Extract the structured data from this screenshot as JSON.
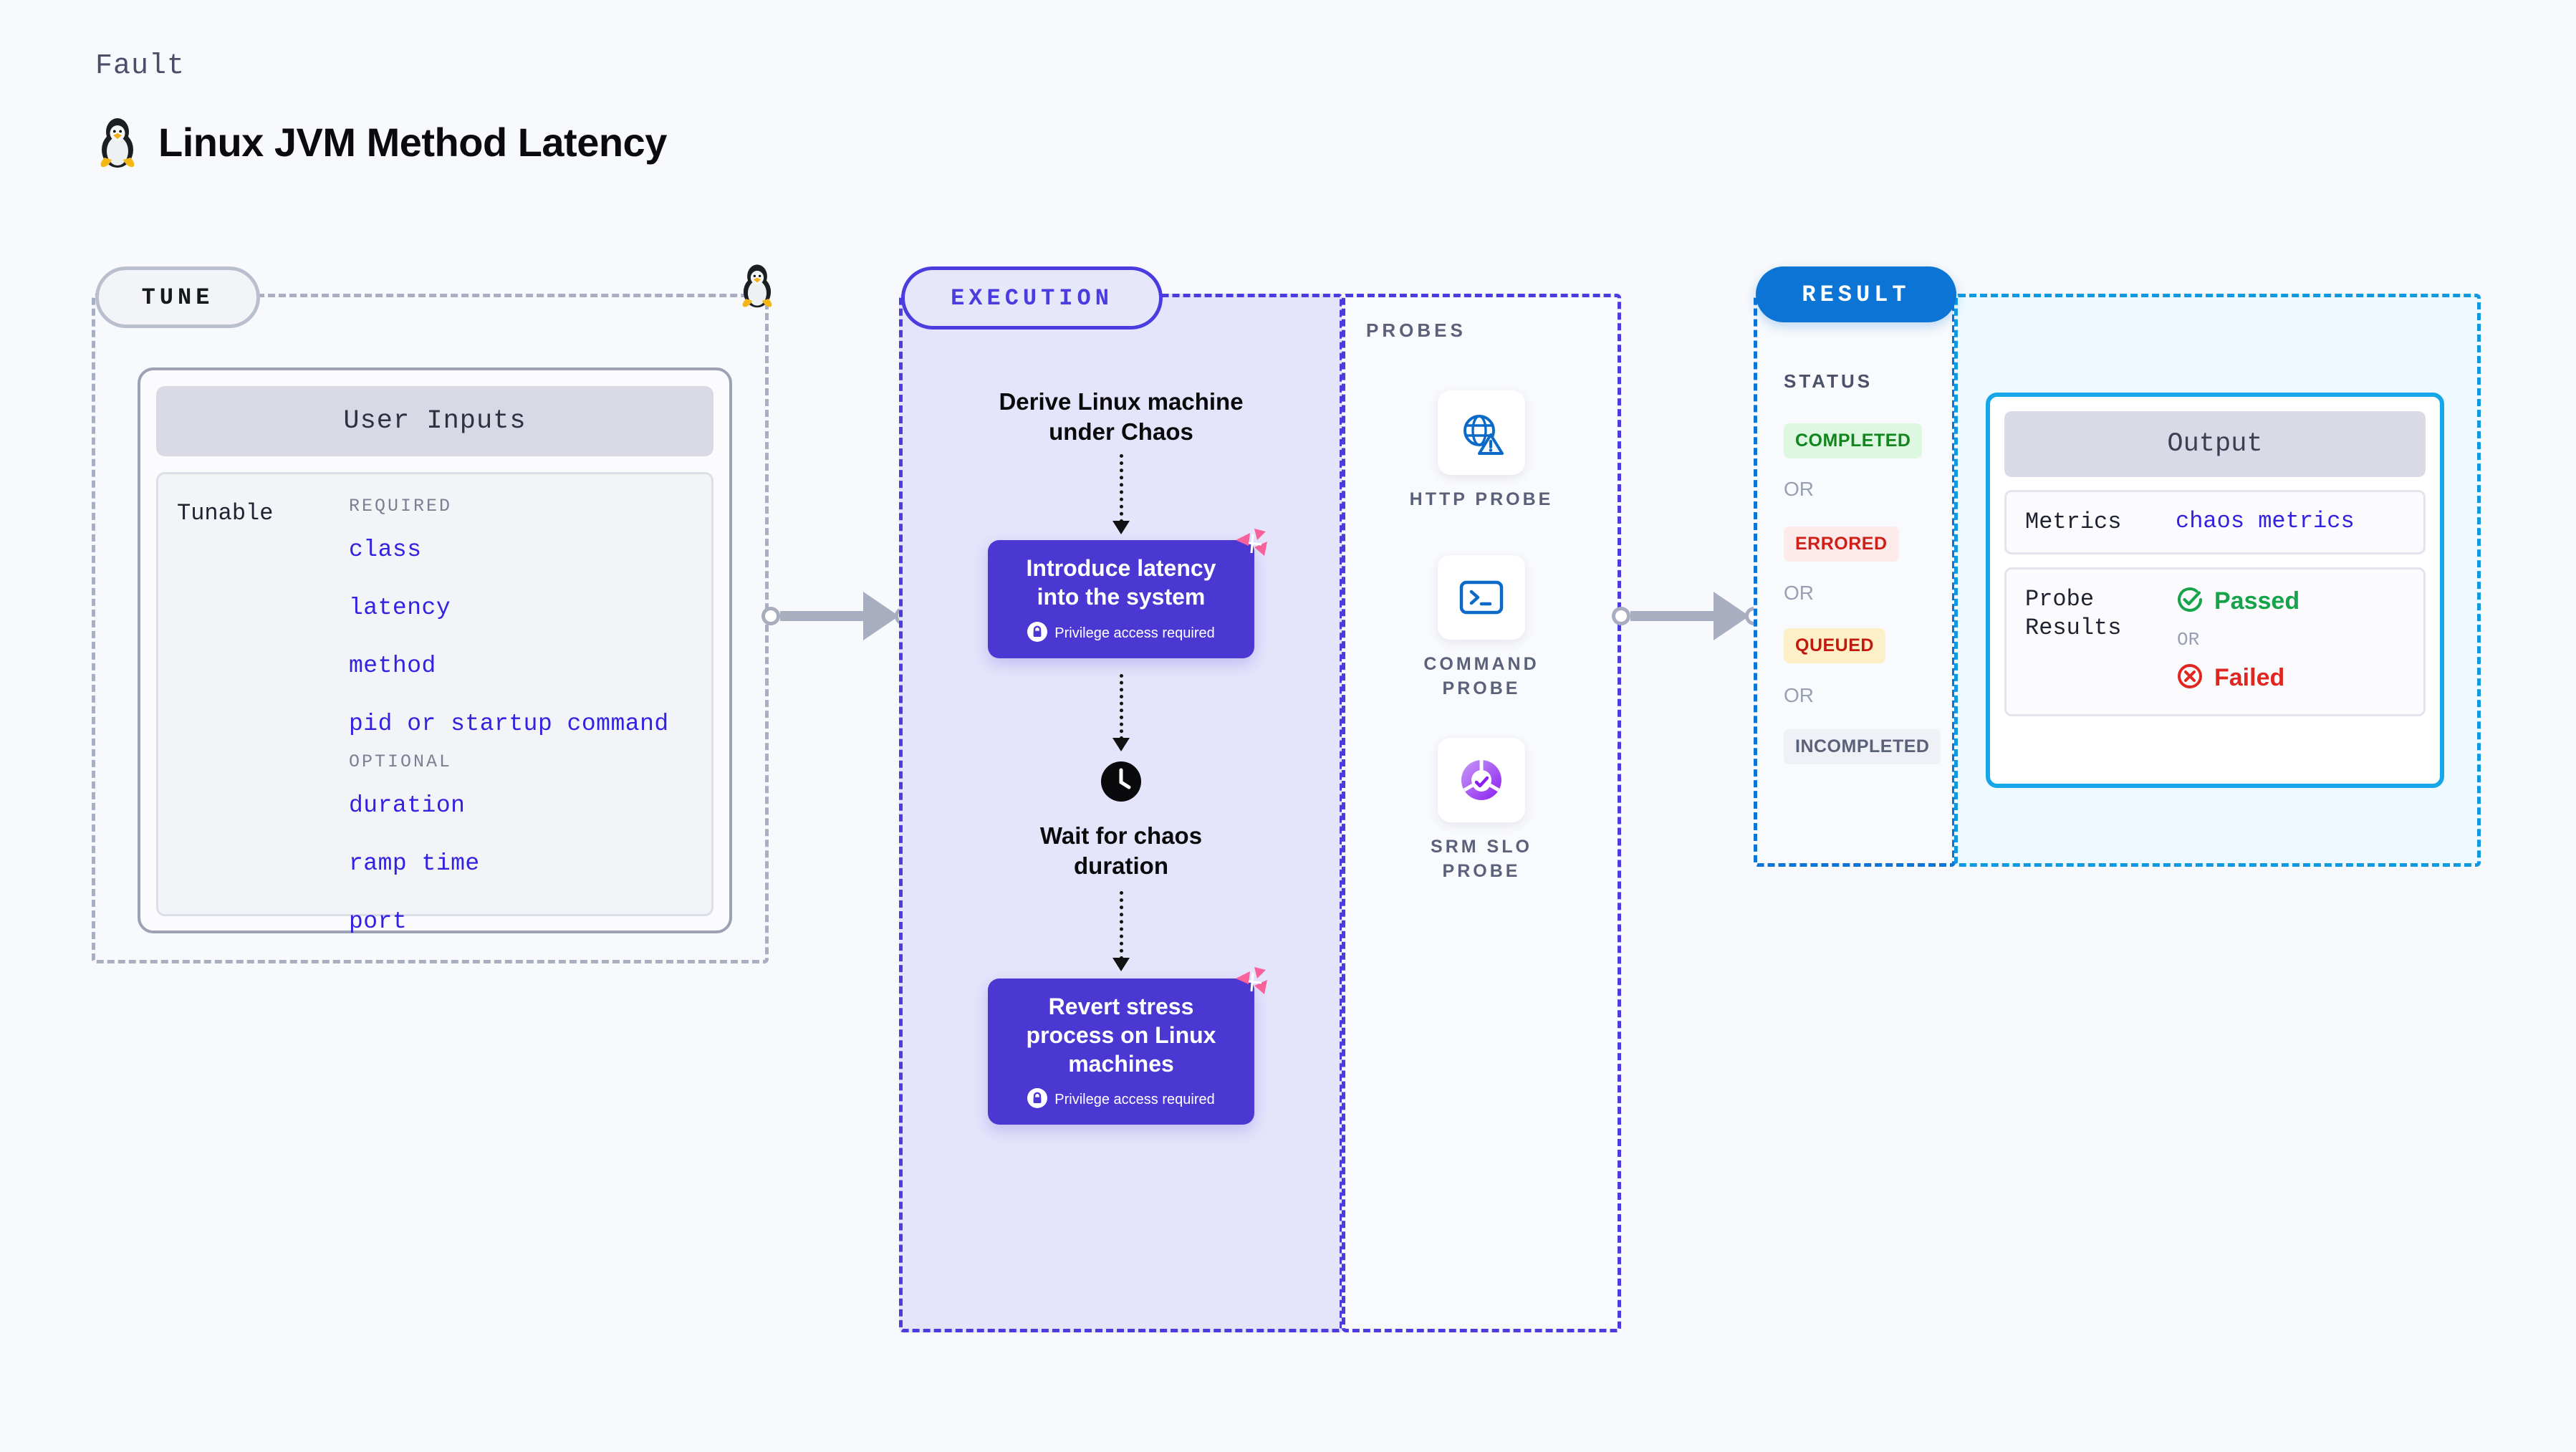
{
  "header": {
    "kicker": "Fault",
    "title": "Linux JVM Method Latency",
    "icon": "tux-penguin-icon"
  },
  "tune": {
    "pill_label": "TUNE",
    "icon": "tux-penguin-icon",
    "card_title": "User Inputs",
    "tunable_label": "Tunable",
    "groups": [
      {
        "heading": "REQUIRED",
        "items": [
          "class",
          "latency",
          "method",
          "pid or startup command"
        ]
      },
      {
        "heading": "OPTIONAL",
        "items": [
          "duration",
          "ramp time",
          "port"
        ]
      }
    ]
  },
  "execution": {
    "pill_label": "EXECUTION",
    "steps": [
      {
        "kind": "text",
        "label": "Derive Linux machine\nunder Chaos"
      },
      {
        "kind": "action",
        "title": "Introduce latency\ninto the system",
        "privilege": "Privilege access required",
        "badge": "harness-logo-icon"
      },
      {
        "kind": "wait",
        "icon": "clock-icon",
        "label": "Wait for chaos\nduration"
      },
      {
        "kind": "action",
        "title": "Revert stress\nprocess on Linux\nmachines",
        "privilege": "Privilege access required",
        "badge": "harness-logo-icon"
      }
    ]
  },
  "probes": {
    "section_label": "PROBES",
    "items": [
      {
        "name": "HTTP  PROBE",
        "icon": "globe-warning-icon"
      },
      {
        "name": "COMMAND\nPROBE",
        "icon": "terminal-icon"
      },
      {
        "name": "SRM  SLO\nPROBE",
        "icon": "srm-slo-donut-icon"
      }
    ]
  },
  "result": {
    "pill_label": "RESULT",
    "status_label": "STATUS",
    "or_label": "OR",
    "statuses": [
      {
        "label": "COMPLETED",
        "bg": "#ddf7e0",
        "fg": "#12851f"
      },
      {
        "label": "ERRORED",
        "bg": "#fdeaea",
        "fg": "#cf1f16"
      },
      {
        "label": "QUEUED",
        "bg": "#fdf0c8",
        "fg": "#c2190f"
      },
      {
        "label": "INCOMPLETED",
        "bg": "#f0f1f6",
        "fg": "#5b6178"
      }
    ],
    "output": {
      "title": "Output",
      "metrics_key": "Metrics",
      "metrics_value": "chaos metrics",
      "probe_results_key": "Probe\nResults",
      "passed": "Passed",
      "failed": "Failed",
      "or_label": "OR",
      "pass_icon": "check-circle-icon",
      "fail_icon": "x-circle-icon"
    }
  },
  "colors": {
    "background": "#f8f9fc",
    "execution_accent": "#4b3ce0",
    "execution_fill": "#e4e4fb",
    "action_card": "#4b38d3",
    "result_accent": "#0b74d4",
    "result_fill": "#eefaff",
    "output_border": "#16a7e8",
    "tune_accent": "#a9afc0",
    "tunable_text": "#3322e0",
    "harness_pink": "#f9619a",
    "connector": "#a8adc0"
  }
}
